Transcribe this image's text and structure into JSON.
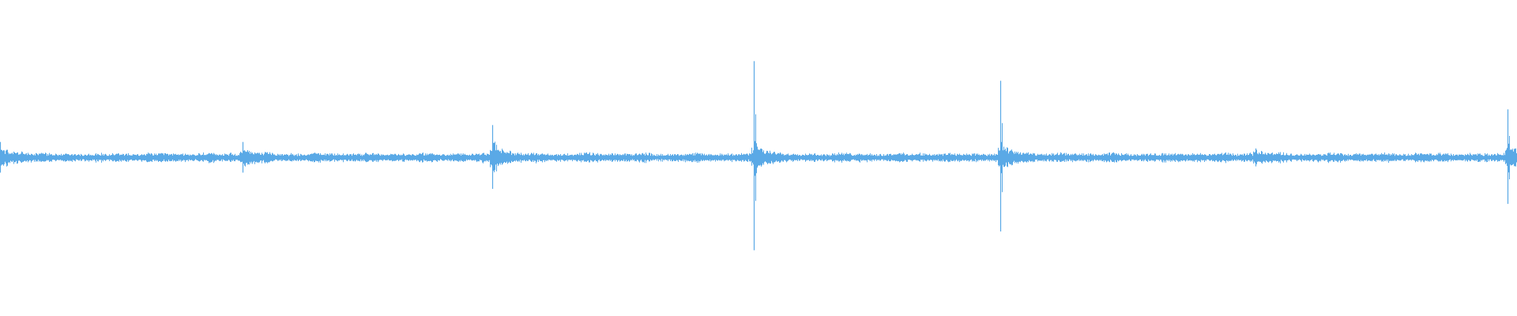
{
  "waveform": {
    "color": "#5aa9e6",
    "background": "#ffffff",
    "baseline_amplitude": 0.045,
    "transients": [
      {
        "position": 0.0,
        "amplitude": 0.12
      },
      {
        "position": 0.1602,
        "amplitude": 0.12
      },
      {
        "position": 0.3244,
        "amplitude": 0.25
      },
      {
        "position": 0.4971,
        "amplitude": 0.74
      },
      {
        "position": 0.6599,
        "amplitude": 0.59
      },
      {
        "position": 0.8281,
        "amplitude": 0.07
      },
      {
        "position": 0.9941,
        "amplitude": 0.37
      }
    ]
  }
}
